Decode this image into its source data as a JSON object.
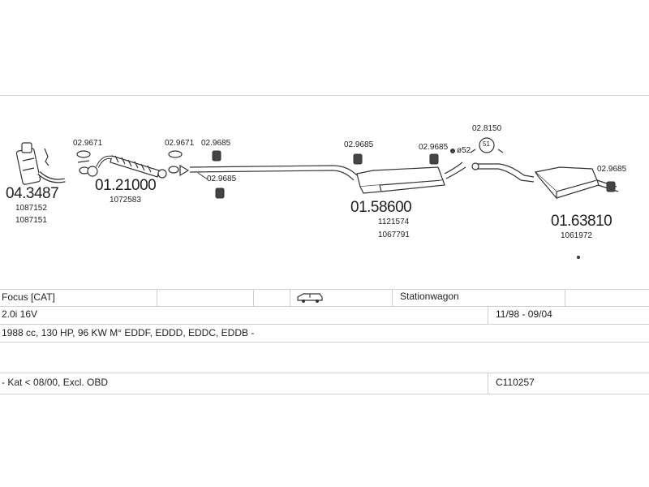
{
  "parts": {
    "catalyst": {
      "code": "04.3487",
      "refs": [
        "1087152",
        "1087151"
      ]
    },
    "front_pipe": {
      "code": "01.21000",
      "refs": [
        "1072583"
      ]
    },
    "middle_silencer": {
      "code": "01.58600",
      "refs": [
        "1121574",
        "1067791"
      ]
    },
    "rear_silencer": {
      "code": "01.63810",
      "refs": [
        "1061972"
      ]
    }
  },
  "small_parts": {
    "gasket_1": "02.9671",
    "gasket_2": "02.9671",
    "mount_1": "02.9685",
    "mount_2": "02.9685",
    "mount_3": "02.9685",
    "mount_4": "02.9685",
    "mount_5": "02.9685",
    "clamp_top": "02.8150",
    "clamp_badge": "51",
    "diameter": "ø52"
  },
  "info": {
    "model": "Focus  [CAT]",
    "body": "Stationwagon",
    "engine": "2.0i 16V",
    "years": "11/98 - 09/04",
    "specs": "1988 cc, 130 HP, 96 KW M° EDDF, EDDD, EDDC, EDDB -",
    "notes": "- Kat < 08/00, Excl. OBD",
    "system_code": "C110257"
  },
  "icons": {
    "vehicle": "station-wagon-icon"
  }
}
